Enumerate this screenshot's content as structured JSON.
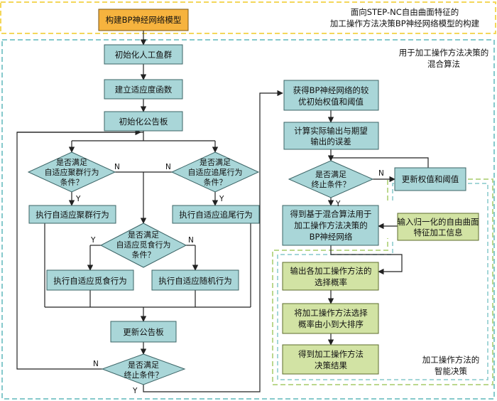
{
  "colors": {
    "box_fill": "#a9d6d8",
    "box_stroke": "#3c6466",
    "title_fill": "#f6b33e",
    "title_stroke": "#7a5512",
    "green_fill": "#d2e3a4",
    "green_stroke": "#5d6d2c",
    "dash_yellow": "#f4d75b",
    "dash_teal": "#86c9cc",
    "dash_green": "#bcd88e",
    "line": "#222222"
  },
  "title_box": "构建BP神经网络模型",
  "title_caption": [
    "面向STEP-NC自由曲面特征的",
    "加工操作方法决策BP神经网络模型的构建"
  ],
  "hybrid_caption": [
    "用于加工操作方法决策的",
    "混合算法"
  ],
  "decision_caption": [
    "加工操作方法的",
    "智能决策"
  ],
  "left": {
    "init_fish": "初始化人工鱼群",
    "fitness": "建立适应度函数",
    "init_board": "初始化公告板",
    "swarm_cond": [
      "是否满足",
      "自适应聚群行为",
      "条件？"
    ],
    "follow_cond": [
      "是否满足",
      "自适应追尾行为",
      "条件？"
    ],
    "swarm_exec": "执行自适应聚群行为",
    "follow_exec": "执行自适应追尾行为",
    "prey_cond": [
      "是否满足",
      "自适应觅食行为",
      "条件？"
    ],
    "prey_exec": "执行自适应觅食行为",
    "random_exec": "执行自适应随机行为",
    "update_board": "更新公告板",
    "stop_cond": [
      "是否满足",
      "终止条件？"
    ]
  },
  "right": {
    "get_weights": [
      "获得BP神经网络的较",
      "优初始权值和阈值"
    ],
    "calc_error": [
      "计算实际输出与期望",
      "输出的误差"
    ],
    "stop_cond": [
      "是否满足",
      "终止条件？"
    ],
    "update_weights": "更新权值和阈值",
    "get_network": [
      "得到基于混合算法用于",
      "加工操作方法决策的",
      "BP神经网络"
    ],
    "input_info": [
      "输入归一化的自由曲面",
      "特征加工信息"
    ],
    "output_prob": [
      "输出各加工操作方法的",
      "选择概率"
    ],
    "sort_prob": [
      "将加工操作方法选择",
      "概率由小到大排序"
    ],
    "result": [
      "得到加工操作方法",
      "决策结果"
    ]
  },
  "yn": {
    "yes": "Y",
    "no": "N"
  }
}
